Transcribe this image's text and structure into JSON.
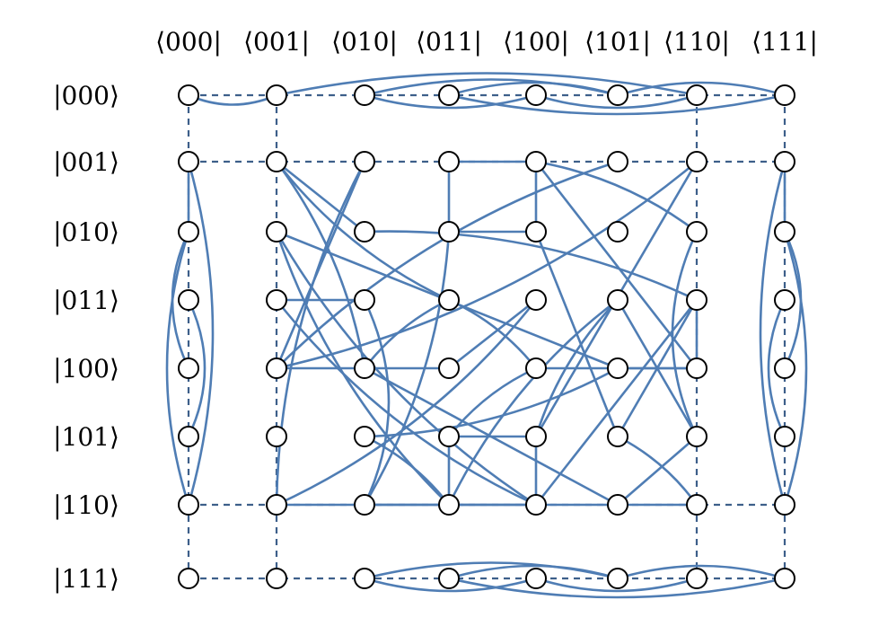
{
  "colors": {
    "edge": "#4f7db4",
    "dashed": "#3d5f8a",
    "node_fill": "#ffffff",
    "node_stroke": "#000000"
  },
  "column_labels": [
    "⟨000|",
    "⟨001|",
    "⟨010|",
    "⟨011|",
    "⟨100|",
    "⟨101|",
    "⟨110|",
    "⟨111|"
  ],
  "row_labels": [
    "|000⟩",
    "|001⟩",
    "|010⟩",
    "|011⟩",
    "|100⟩",
    "|101⟩",
    "|110⟩",
    "|111⟩"
  ],
  "dashed_row_lines": [
    0,
    1,
    6,
    7
  ],
  "dashed_col_lines": [
    0,
    1,
    6,
    7
  ],
  "edges": [
    [
      [
        0,
        0
      ],
      [
        0,
        1
      ]
    ],
    [
      [
        0,
        1
      ],
      [
        0,
        6
      ]
    ],
    [
      [
        0,
        2
      ],
      [
        0,
        4
      ]
    ],
    [
      [
        0,
        3
      ],
      [
        0,
        5
      ]
    ],
    [
      [
        0,
        4
      ],
      [
        0,
        6
      ]
    ],
    [
      [
        0,
        2
      ],
      [
        0,
        5
      ]
    ],
    [
      [
        0,
        3
      ],
      [
        0,
        7
      ]
    ],
    [
      [
        0,
        5
      ],
      [
        0,
        7
      ]
    ],
    [
      [
        7,
        2
      ],
      [
        7,
        4
      ]
    ],
    [
      [
        7,
        3
      ],
      [
        7,
        5
      ]
    ],
    [
      [
        7,
        4
      ],
      [
        7,
        6
      ]
    ],
    [
      [
        7,
        2
      ],
      [
        7,
        5
      ]
    ],
    [
      [
        7,
        3
      ],
      [
        7,
        7
      ]
    ],
    [
      [
        7,
        5
      ],
      [
        7,
        7
      ]
    ],
    [
      [
        1,
        0
      ],
      [
        2,
        0
      ]
    ],
    [
      [
        2,
        0
      ],
      [
        6,
        0
      ]
    ],
    [
      [
        1,
        0
      ],
      [
        6,
        0
      ]
    ],
    [
      [
        2,
        0
      ],
      [
        4,
        0
      ]
    ],
    [
      [
        3,
        0
      ],
      [
        5,
        0
      ]
    ],
    [
      [
        1,
        7
      ],
      [
        2,
        7
      ]
    ],
    [
      [
        2,
        7
      ],
      [
        6,
        7
      ]
    ],
    [
      [
        1,
        7
      ],
      [
        6,
        7
      ]
    ],
    [
      [
        2,
        7
      ],
      [
        4,
        7
      ]
    ],
    [
      [
        3,
        7
      ],
      [
        5,
        7
      ]
    ],
    [
      [
        1,
        3
      ],
      [
        2,
        3
      ]
    ],
    [
      [
        2,
        3
      ],
      [
        2,
        4
      ]
    ],
    [
      [
        1,
        3
      ],
      [
        1,
        4
      ]
    ],
    [
      [
        1,
        4
      ],
      [
        2,
        4
      ]
    ],
    [
      [
        5,
        3
      ],
      [
        6,
        3
      ]
    ],
    [
      [
        5,
        3
      ],
      [
        5,
        4
      ]
    ],
    [
      [
        5,
        4
      ],
      [
        6,
        4
      ]
    ],
    [
      [
        1,
        1
      ],
      [
        2,
        2
      ]
    ],
    [
      [
        1,
        1
      ],
      [
        3,
        3
      ]
    ],
    [
      [
        1,
        1
      ],
      [
        4,
        2
      ]
    ],
    [
      [
        1,
        2
      ],
      [
        4,
        1
      ]
    ],
    [
      [
        1,
        2
      ],
      [
        6,
        1
      ]
    ],
    [
      [
        1,
        4
      ],
      [
        2,
        6
      ]
    ],
    [
      [
        1,
        4
      ],
      [
        4,
        6
      ]
    ],
    [
      [
        1,
        5
      ],
      [
        4,
        1
      ]
    ],
    [
      [
        1,
        6
      ],
      [
        4,
        1
      ]
    ],
    [
      [
        1,
        6
      ],
      [
        5,
        4
      ]
    ],
    [
      [
        2,
        1
      ],
      [
        6,
        4
      ]
    ],
    [
      [
        2,
        2
      ],
      [
        3,
        6
      ]
    ],
    [
      [
        2,
        1
      ],
      [
        4,
        5
      ]
    ],
    [
      [
        2,
        1
      ],
      [
        6,
        3
      ]
    ],
    [
      [
        3,
        1
      ],
      [
        3,
        2
      ]
    ],
    [
      [
        3,
        2
      ],
      [
        6,
        2
      ]
    ],
    [
      [
        3,
        1
      ],
      [
        6,
        4
      ]
    ],
    [
      [
        3,
        4
      ],
      [
        6,
        1
      ]
    ],
    [
      [
        3,
        4
      ],
      [
        4,
        3
      ]
    ],
    [
      [
        3,
        5
      ],
      [
        5,
        4
      ]
    ],
    [
      [
        3,
        6
      ],
      [
        4,
        6
      ]
    ],
    [
      [
        4,
        2
      ],
      [
        6,
        5
      ]
    ],
    [
      [
        4,
        4
      ],
      [
        5,
        3
      ]
    ],
    [
      [
        4,
        5
      ],
      [
        5,
        2
      ]
    ],
    [
      [
        4,
        1
      ],
      [
        4,
        3
      ]
    ],
    [
      [
        4,
        4
      ],
      [
        4,
        6
      ]
    ],
    [
      [
        5,
        5
      ],
      [
        6,
        6
      ]
    ],
    [
      [
        5,
        5
      ],
      [
        3,
        6
      ]
    ],
    [
      [
        5,
        6
      ],
      [
        2,
        6
      ]
    ],
    [
      [
        5,
        2
      ],
      [
        6,
        3
      ]
    ],
    [
      [
        5,
        6
      ],
      [
        3,
        5
      ]
    ],
    [
      [
        6,
        1
      ],
      [
        6,
        6
      ]
    ],
    [
      [
        6,
        2
      ],
      [
        6,
        4
      ]
    ],
    [
      [
        6,
        5
      ],
      [
        5,
        6
      ]
    ],
    [
      [
        6,
        2
      ],
      [
        2,
        3
      ]
    ],
    [
      [
        6,
        3
      ],
      [
        3,
        5
      ]
    ],
    [
      [
        2,
        4
      ],
      [
        5,
        5
      ]
    ],
    [
      [
        3,
        3
      ],
      [
        4,
        2
      ]
    ],
    [
      [
        3,
        3
      ],
      [
        4,
        4
      ]
    ],
    [
      [
        6,
        4
      ],
      [
        3,
        6
      ]
    ],
    [
      [
        4,
        5
      ],
      [
        4,
        6
      ]
    ]
  ]
}
